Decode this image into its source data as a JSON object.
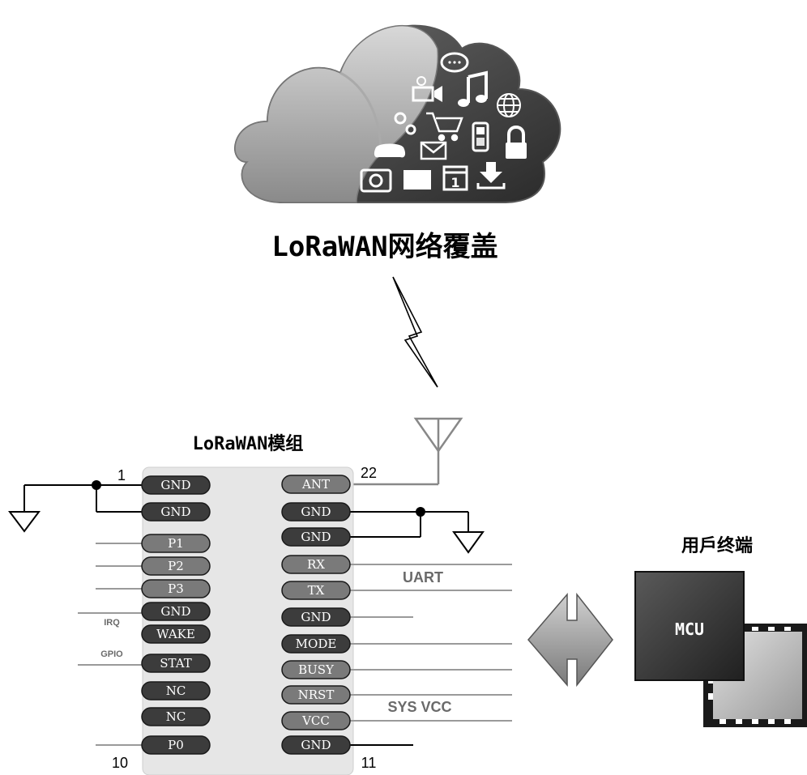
{
  "cloud": {
    "title": "LoRaWAN网络覆盖",
    "icons": [
      "chat-icon",
      "video-camera-icon",
      "music-note-icon",
      "globe-icon",
      "gears-icon",
      "shopping-cart-icon",
      "mobile-phone-icon",
      "lock-icon",
      "gamepad-icon",
      "mail-icon",
      "camera-icon",
      "film-icon",
      "calendar-icon",
      "download-icon"
    ],
    "calendar_day": "1"
  },
  "module": {
    "title": "LoRaWAN模组",
    "pin_first": "1",
    "pin_last_left": "10",
    "pin_first_right": "11",
    "pin_last": "22",
    "left_pins": [
      "GND",
      "GND",
      "P1",
      "P2",
      "P3",
      "GND",
      "WAKE",
      "STAT",
      "NC",
      "NC",
      "P0"
    ],
    "right_pins": [
      "ANT",
      "GND",
      "GND",
      "RX",
      "TX",
      "GND",
      "MODE",
      "BUSY",
      "NRST",
      "VCC",
      "GND"
    ]
  },
  "signals": {
    "irq": "IRQ",
    "gpio": "GPIO",
    "uart": "UART",
    "sys_vcc": "SYS VCC"
  },
  "user_terminal": {
    "title": "用戶终端",
    "chip_label": "MCU"
  },
  "colors": {
    "pin_dark": "#3c3c3c",
    "pin_light": "#7a7a7a",
    "module_body": "#e6e6e6",
    "line": "#000000",
    "signal_line": "#9a9a9a",
    "label_gray": "#6a6a6a"
  }
}
